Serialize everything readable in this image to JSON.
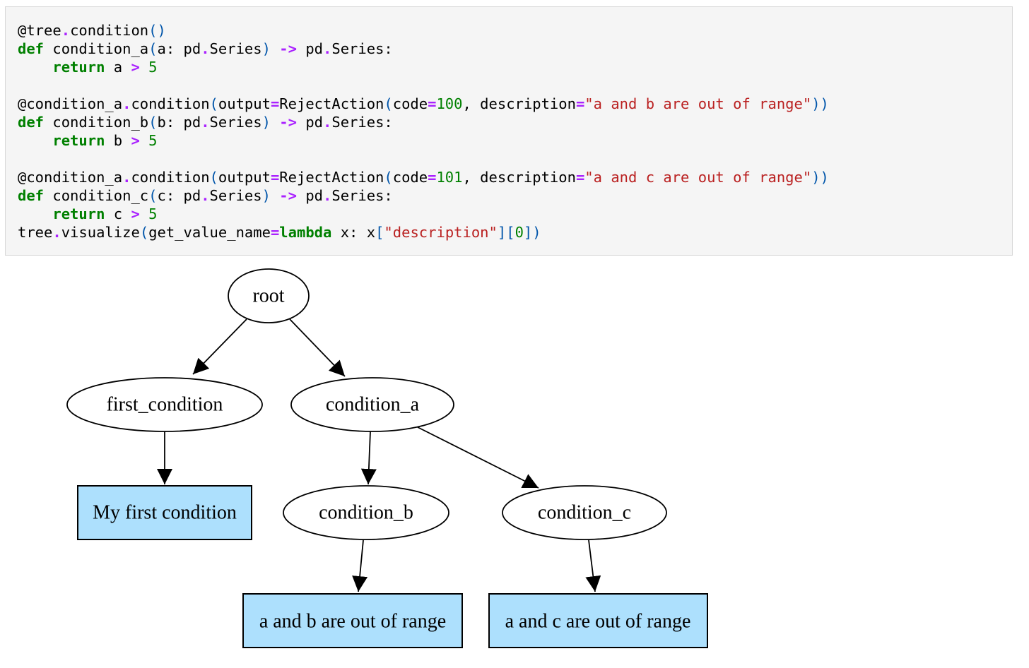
{
  "code_cell": {
    "lines": [
      [
        [
          "plain",
          "@tree"
        ],
        [
          "op",
          "."
        ],
        [
          "plain",
          "condition"
        ],
        [
          "par",
          "()"
        ]
      ],
      [
        [
          "kw",
          "def"
        ],
        [
          "plain",
          " condition_a"
        ],
        [
          "par",
          "("
        ],
        [
          "plain",
          "a: pd"
        ],
        [
          "op",
          "."
        ],
        [
          "plain",
          "Series"
        ],
        [
          "par",
          ")"
        ],
        [
          "plain",
          " "
        ],
        [
          "op",
          "->"
        ],
        [
          "plain",
          " pd"
        ],
        [
          "op",
          "."
        ],
        [
          "plain",
          "Series:"
        ]
      ],
      [
        [
          "plain",
          "    "
        ],
        [
          "kw",
          "return"
        ],
        [
          "plain",
          " a "
        ],
        [
          "op",
          ">"
        ],
        [
          "plain",
          " "
        ],
        [
          "num",
          "5"
        ]
      ],
      [],
      [
        [
          "plain",
          "@condition_a"
        ],
        [
          "op",
          "."
        ],
        [
          "plain",
          "condition"
        ],
        [
          "par",
          "("
        ],
        [
          "plain",
          "output"
        ],
        [
          "op",
          "="
        ],
        [
          "plain",
          "RejectAction"
        ],
        [
          "par",
          "("
        ],
        [
          "plain",
          "code"
        ],
        [
          "op",
          "="
        ],
        [
          "num",
          "100"
        ],
        [
          "plain",
          ", description"
        ],
        [
          "op",
          "="
        ],
        [
          "str",
          "\"a and b are out of range\""
        ],
        [
          "par",
          "))"
        ]
      ],
      [
        [
          "kw",
          "def"
        ],
        [
          "plain",
          " condition_b"
        ],
        [
          "par",
          "("
        ],
        [
          "plain",
          "b: pd"
        ],
        [
          "op",
          "."
        ],
        [
          "plain",
          "Series"
        ],
        [
          "par",
          ")"
        ],
        [
          "plain",
          " "
        ],
        [
          "op",
          "->"
        ],
        [
          "plain",
          " pd"
        ],
        [
          "op",
          "."
        ],
        [
          "plain",
          "Series:"
        ]
      ],
      [
        [
          "plain",
          "    "
        ],
        [
          "kw",
          "return"
        ],
        [
          "plain",
          " b "
        ],
        [
          "op",
          ">"
        ],
        [
          "plain",
          " "
        ],
        [
          "num",
          "5"
        ]
      ],
      [],
      [
        [
          "plain",
          "@condition_a"
        ],
        [
          "op",
          "."
        ],
        [
          "plain",
          "condition"
        ],
        [
          "par",
          "("
        ],
        [
          "plain",
          "output"
        ],
        [
          "op",
          "="
        ],
        [
          "plain",
          "RejectAction"
        ],
        [
          "par",
          "("
        ],
        [
          "plain",
          "code"
        ],
        [
          "op",
          "="
        ],
        [
          "num",
          "101"
        ],
        [
          "plain",
          ", description"
        ],
        [
          "op",
          "="
        ],
        [
          "str",
          "\"a and c are out of range\""
        ],
        [
          "par",
          "))"
        ]
      ],
      [
        [
          "kw",
          "def"
        ],
        [
          "plain",
          " condition_c"
        ],
        [
          "par",
          "("
        ],
        [
          "plain",
          "c: pd"
        ],
        [
          "op",
          "."
        ],
        [
          "plain",
          "Series"
        ],
        [
          "par",
          ")"
        ],
        [
          "plain",
          " "
        ],
        [
          "op",
          "->"
        ],
        [
          "plain",
          " pd"
        ],
        [
          "op",
          "."
        ],
        [
          "plain",
          "Series:"
        ]
      ],
      [
        [
          "plain",
          "    "
        ],
        [
          "kw",
          "return"
        ],
        [
          "plain",
          " c "
        ],
        [
          "op",
          ">"
        ],
        [
          "plain",
          " "
        ],
        [
          "num",
          "5"
        ]
      ],
      [
        [
          "plain",
          "tree"
        ],
        [
          "op",
          "."
        ],
        [
          "plain",
          "visualize"
        ],
        [
          "par",
          "("
        ],
        [
          "plain",
          "get_value_name"
        ],
        [
          "op",
          "="
        ],
        [
          "kw",
          "lambda"
        ],
        [
          "plain",
          " x: x"
        ],
        [
          "par",
          "["
        ],
        [
          "str",
          "\"description\""
        ],
        [
          "par",
          "]["
        ],
        [
          "num",
          "0"
        ],
        [
          "par",
          "])"
        ]
      ]
    ]
  },
  "tree": {
    "nodes": {
      "root": "root",
      "first_condition": "first_condition",
      "condition_a": "condition_a",
      "my_first_condition": "My first condition",
      "condition_b": "condition_b",
      "condition_c": "condition_c",
      "reject_ab": "a and b are out of range",
      "reject_ac": "a and c are out of range"
    },
    "colors": {
      "leaf_fill": "#ade0fd",
      "node_stroke": "#000000"
    }
  }
}
